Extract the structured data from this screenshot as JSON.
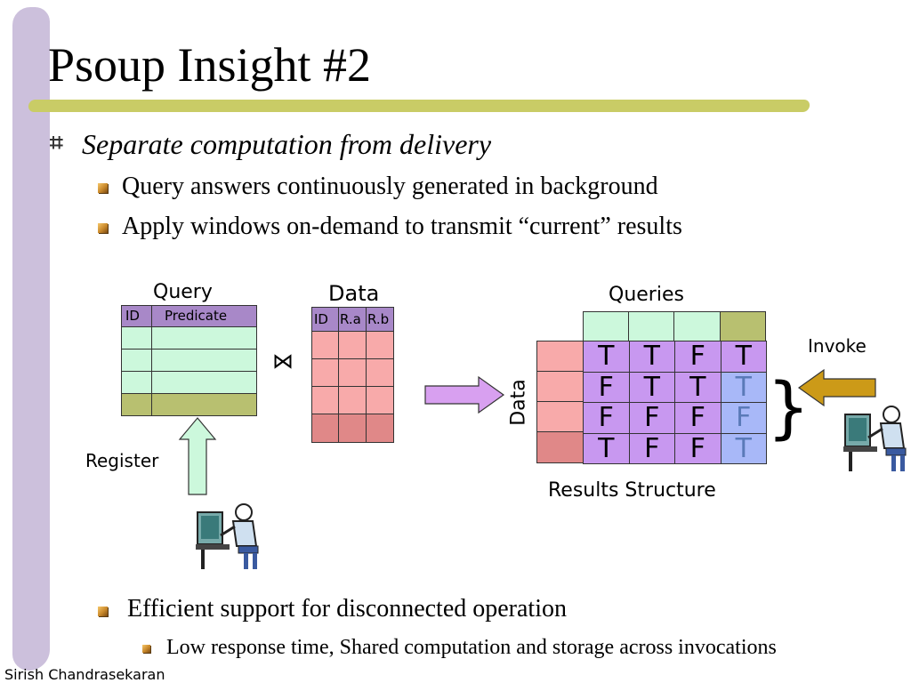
{
  "slide": {
    "title": "Psoup Insight #2",
    "author": "Sirish Chandrasekaran"
  },
  "bullets": {
    "main": "Separate computation from delivery",
    "sub1": "Query answers continuously generated in background",
    "sub2": "Apply windows on-demand to transmit “current” results",
    "bottom": "Efficient support for disconnected operation",
    "bottom_sub": "Low response time, Shared computation and storage across invocations"
  },
  "diagram": {
    "query_label": "Query",
    "query_cols": [
      "ID",
      "Predicate"
    ],
    "data_label": "Data",
    "data_cols": [
      "ID",
      "R.a",
      "R.b"
    ],
    "join_symbol": "⋈",
    "register_label": "Register",
    "queries_label": "Queries",
    "data_side_label": "Data",
    "invoke_label": "Invoke",
    "brace": "}",
    "results_label": "Results Structure",
    "results_rows": [
      [
        "T",
        "T",
        "F",
        "T"
      ],
      [
        "F",
        "T",
        "T",
        "T"
      ],
      [
        "F",
        "F",
        "F",
        "F"
      ],
      [
        "T",
        "F",
        "F",
        "T"
      ]
    ],
    "colors": {
      "query_header": "#a888c8",
      "query_row": "#ccf8dc",
      "query_last": "#b8c070",
      "data_cell": "#f8aaaa",
      "data_last": "#e08888",
      "result_cell": "#c898f0",
      "result_last_col": "#a8b8f8",
      "invoke_arrow": "#cc9a18",
      "register_arrow": "#ccf8dc",
      "process_arrow": "#d8a0f0"
    }
  }
}
